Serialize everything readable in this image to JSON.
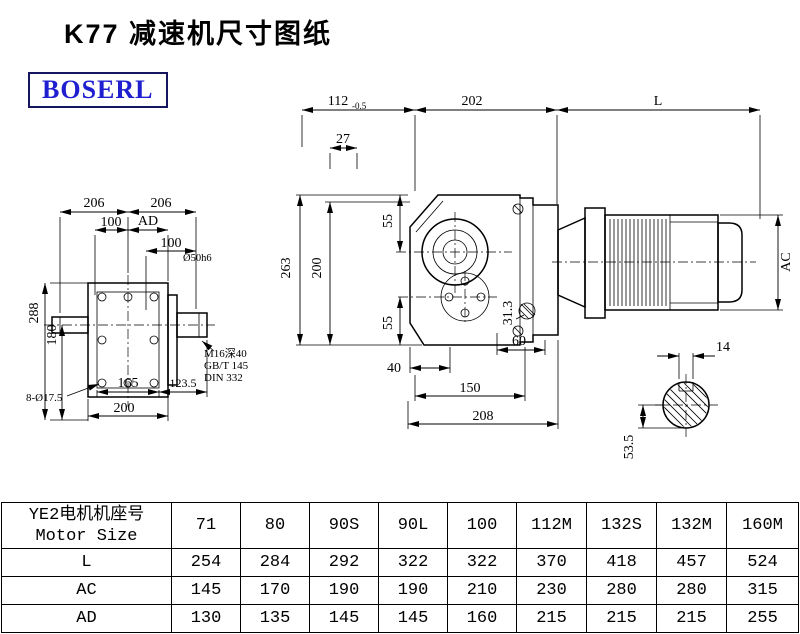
{
  "page": {
    "title": "K77 减速机尺寸图纸",
    "logo": "BOSERL"
  },
  "drawing": {
    "front": {
      "d206_left": "206",
      "d206_right": "206",
      "d100_top": "100",
      "dAD": "AD",
      "d100_right": "100",
      "shaft_dia": "Ø50h6",
      "d288": "288",
      "d180": "180",
      "thread_note_1": "M16深40",
      "thread_note_2": "GB/T 145",
      "thread_note_3": "DIN 332",
      "d165": "165",
      "d123_5": "123.5",
      "holes_note": "8-Ø17.5",
      "d200": "200"
    },
    "side": {
      "d112": "112",
      "d112_tol": "-0.5",
      "d202": "202",
      "dL": "L",
      "d27": "27",
      "d55_top": "55",
      "d263": "263",
      "d200": "200",
      "d55_bottom": "55",
      "d31_3": "31.3",
      "d40": "40",
      "d60": "60",
      "d150": "150",
      "d208": "208",
      "dAC": "AC"
    },
    "shaft_end": {
      "d14": "14",
      "d53_5": "53.5"
    }
  },
  "table": {
    "header_cn": "YE2电机机座号",
    "header_en": "Motor Size",
    "columns": [
      "71",
      "80",
      "90S",
      "90L",
      "100",
      "112M",
      "132S",
      "132M",
      "160M"
    ],
    "rows": [
      {
        "label": "L",
        "values": [
          "254",
          "284",
          "292",
          "322",
          "322",
          "370",
          "418",
          "457",
          "524"
        ]
      },
      {
        "label": "AC",
        "values": [
          "145",
          "170",
          "190",
          "190",
          "210",
          "230",
          "280",
          "280",
          "315"
        ]
      },
      {
        "label": "AD",
        "values": [
          "130",
          "135",
          "145",
          "145",
          "160",
          "215",
          "215",
          "215",
          "255"
        ]
      }
    ]
  }
}
